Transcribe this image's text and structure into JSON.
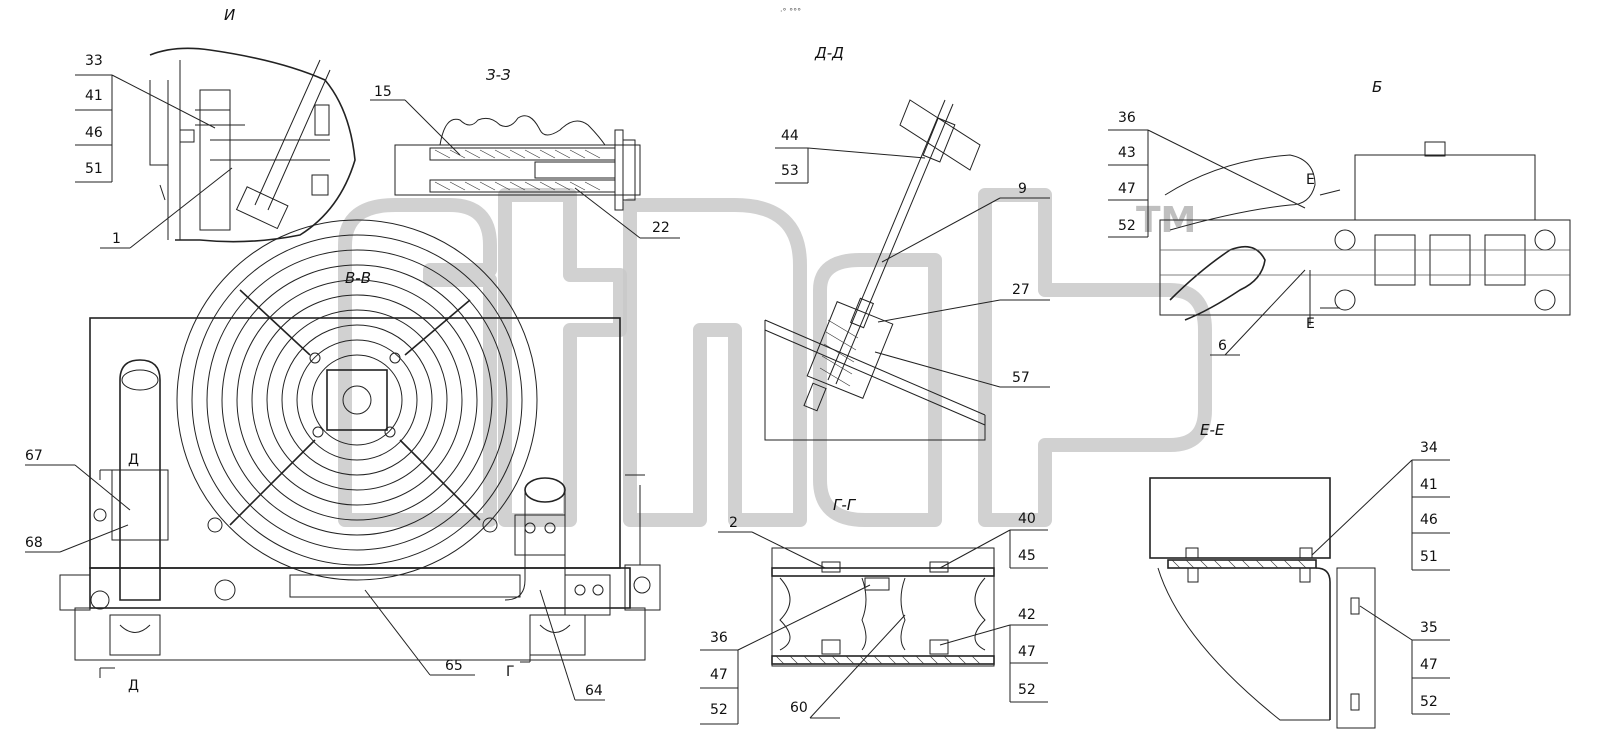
{
  "views": {
    "i": "И",
    "zz": "З-З",
    "dd": "Д-Д",
    "b": "Б",
    "vv": "В-В",
    "gg": "Г-Г",
    "ee": "Е-Е"
  },
  "section_marks": {
    "d_top": "Д",
    "d_bottom": "Д",
    "g_bottom": "Г",
    "e_top": "Е",
    "e_bottom": "Е"
  },
  "top_mark": "·° °°°",
  "watermark": "ТМ",
  "callouts": {
    "i_stack": [
      "33",
      "41",
      "46",
      "51"
    ],
    "i_1": "1",
    "zz_15": "15",
    "zz_22": "22",
    "dd_stack": [
      "44",
      "53"
    ],
    "dd_9": "9",
    "dd_27": "27",
    "dd_57": "57",
    "b_stack": [
      "36",
      "43",
      "47",
      "52"
    ],
    "b_6": "6",
    "vv_67": "67",
    "vv_68": "68",
    "vv_65": "65",
    "vv_64": "64",
    "gg_2": "2",
    "gg_40_stack": [
      "40",
      "45"
    ],
    "gg_36_stack": [
      "36",
      "47",
      "52"
    ],
    "gg_42_stack": [
      "42",
      "47",
      "52"
    ],
    "gg_60": "60",
    "ee_34_stack": [
      "34",
      "41",
      "46",
      "51"
    ],
    "ee_35_stack": [
      "35",
      "47",
      "52"
    ]
  }
}
